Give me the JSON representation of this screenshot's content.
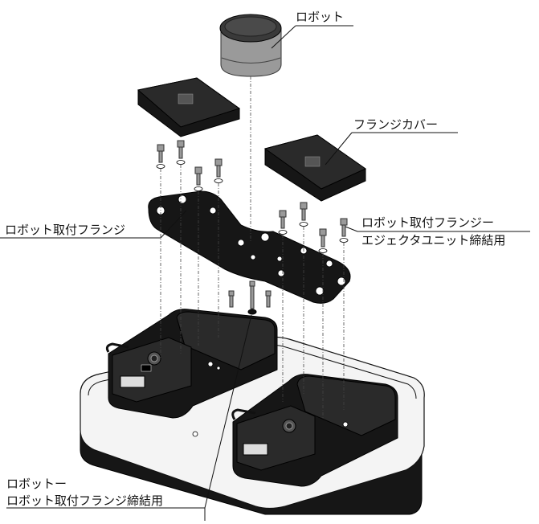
{
  "labels": {
    "robot": "ロボット",
    "flange_cover": "フランジカバー",
    "robot_flange": "ロボット取付フランジ",
    "fastening_flange_ejector_line1": "ロボット取付フランジー",
    "fastening_flange_ejector_line2": "エジェクタユニット締結用",
    "fastening_robot_flange_line1": "ロボットー",
    "fastening_robot_flange_line2": "ロボット取付フランジ締結用"
  },
  "colors": {
    "ink": "#111111",
    "part_dark": "#161616",
    "robot_body": "#9a9a9a",
    "base_plate": "#f4f4f4"
  }
}
